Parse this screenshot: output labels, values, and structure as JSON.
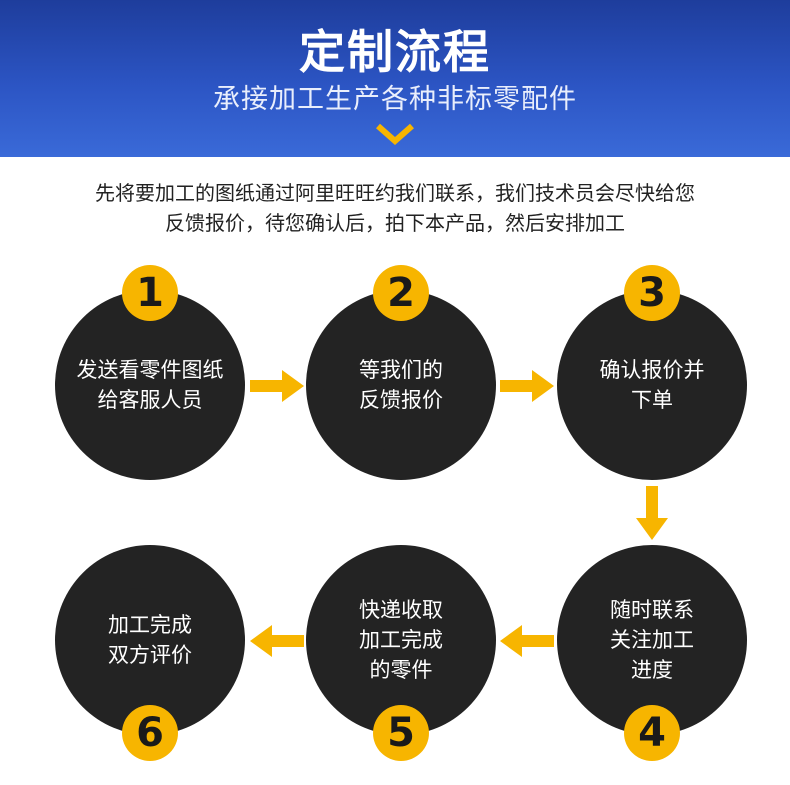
{
  "header": {
    "title": "定制流程",
    "subtitle": "承接加工生产各种非标零配件"
  },
  "intro": {
    "line1": "先将要加工的图纸通过阿里旺旺约我们联系，我们技术员会尽快给您",
    "line2": "反馈报价，待您确认后，拍下本产品，然后安排加工"
  },
  "steps": [
    {
      "number": "1",
      "line1": "发送看零件图纸",
      "line2": "给客服人员",
      "line3": ""
    },
    {
      "number": "2",
      "line1": "等我们的",
      "line2": "反馈报价",
      "line3": ""
    },
    {
      "number": "3",
      "line1": "确认报价并",
      "line2": "下单",
      "line3": ""
    },
    {
      "number": "4",
      "line1": "随时联系",
      "line2": "关注加工",
      "line3": "进度"
    },
    {
      "number": "5",
      "line1": "快递收取",
      "line2": "加工完成",
      "line3": "的零件"
    },
    {
      "number": "6",
      "line1": "加工完成",
      "line2": "双方评价",
      "line3": ""
    }
  ],
  "colors": {
    "banner": "#2c55c4",
    "accent": "#f7b500",
    "circle": "#232323"
  },
  "icons": [
    "chevron-down-icon",
    "arrow-right-icon",
    "arrow-down-icon",
    "arrow-left-icon"
  ]
}
